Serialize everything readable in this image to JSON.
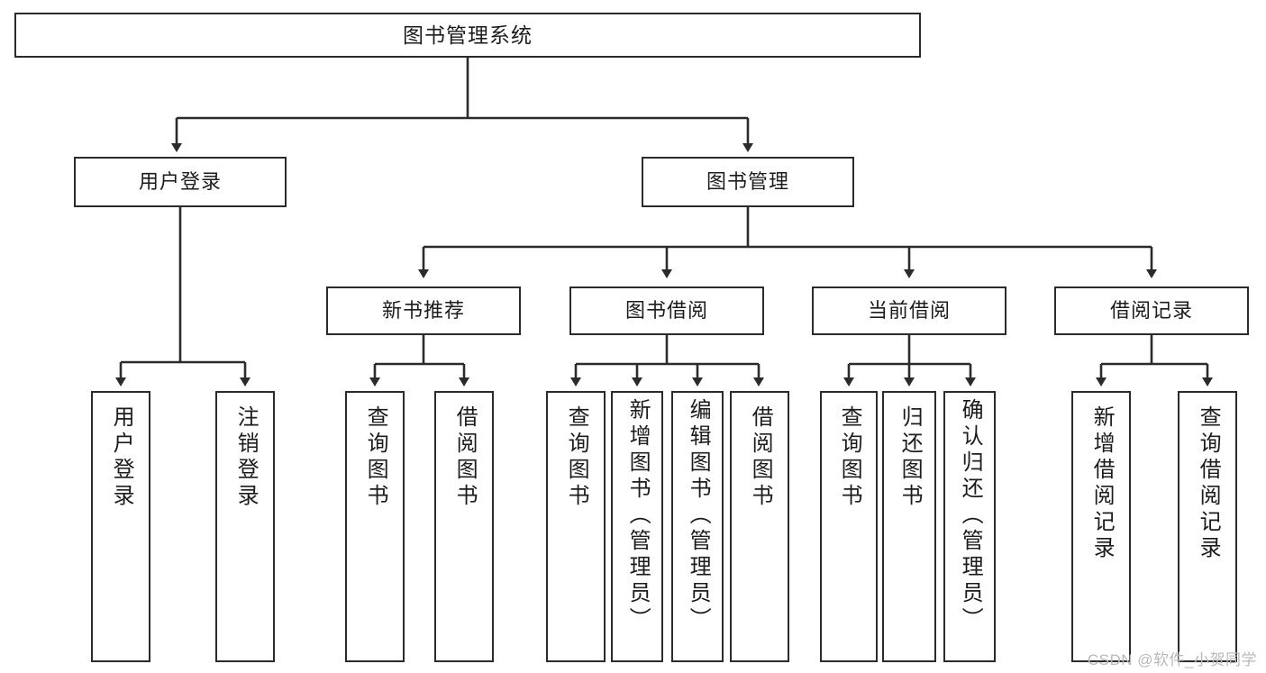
{
  "diagram": {
    "title": "图书管理系统",
    "type": "tree",
    "root": {
      "label": "图书管理系统"
    },
    "level1": [
      {
        "id": "user-login",
        "label": "用户登录"
      },
      {
        "id": "book-manage",
        "label": "图书管理"
      }
    ],
    "level2": [
      {
        "id": "new-book-recommend",
        "label": "新书推荐",
        "parent": "book-manage"
      },
      {
        "id": "book-borrow",
        "label": "图书借阅",
        "parent": "book-manage"
      },
      {
        "id": "current-borrow",
        "label": "当前借阅",
        "parent": "book-manage"
      },
      {
        "id": "borrow-record",
        "label": "借阅记录",
        "parent": "book-manage"
      }
    ],
    "leaves": [
      {
        "id": "leaf-user-login",
        "label": "用户登录",
        "parent": "user-login"
      },
      {
        "id": "leaf-logout",
        "label": "注销登录",
        "parent": "user-login"
      },
      {
        "id": "leaf-query-book-1",
        "label": "查询图书",
        "parent": "new-book-recommend"
      },
      {
        "id": "leaf-borrow-book-1",
        "label": "借阅图书",
        "parent": "new-book-recommend"
      },
      {
        "id": "leaf-query-book-2",
        "label": "查询图书",
        "parent": "book-borrow"
      },
      {
        "id": "leaf-add-book",
        "label": "新增图书（管理员）",
        "parent": "book-borrow"
      },
      {
        "id": "leaf-edit-book",
        "label": "编辑图书（管理员）",
        "parent": "book-borrow"
      },
      {
        "id": "leaf-borrow-book-2",
        "label": "借阅图书",
        "parent": "book-borrow"
      },
      {
        "id": "leaf-query-book-3",
        "label": "查询图书",
        "parent": "current-borrow"
      },
      {
        "id": "leaf-return-book",
        "label": "归还图书",
        "parent": "current-borrow"
      },
      {
        "id": "leaf-confirm-return",
        "label": "确认归还（管理员）",
        "parent": "current-borrow"
      },
      {
        "id": "leaf-add-record",
        "label": "新增借阅记录",
        "parent": "borrow-record"
      },
      {
        "id": "leaf-query-record",
        "label": "查询借阅记录",
        "parent": "borrow-record"
      }
    ]
  },
  "watermark": {
    "text": "CSDN @软件_小贺同学"
  },
  "colors": {
    "stroke": "#2b2b2b",
    "background": "#ffffff",
    "text": "#1c1c1c",
    "watermark": "#b9b9b9"
  }
}
